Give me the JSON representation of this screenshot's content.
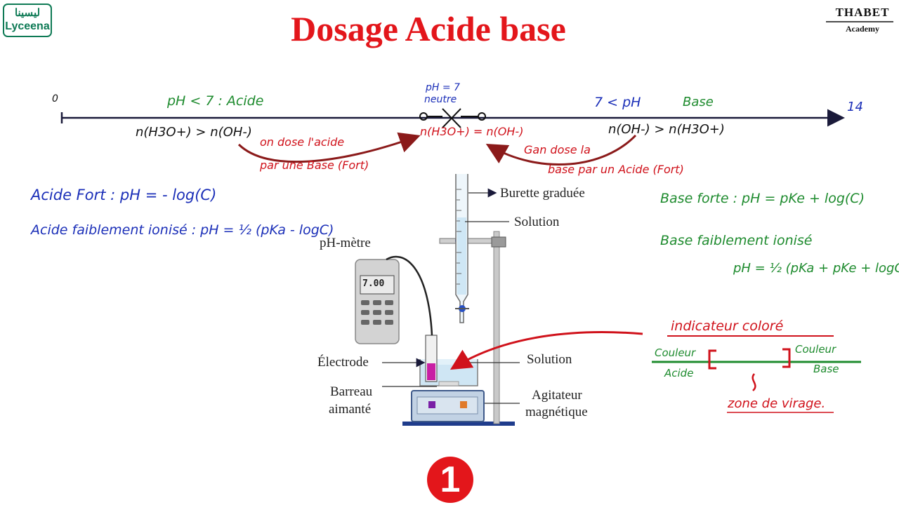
{
  "logo": {
    "arabic": "ليسينا",
    "latin": "Lyceena"
  },
  "title": "Dosage Acide base",
  "brand": {
    "name": "THABET",
    "sub": "Academy"
  },
  "scale": {
    "start": "0",
    "end": "14",
    "acid_cond": "pH < 7  : Acide",
    "neutral_cond": "pH = 7",
    "neutral_label": "neutre",
    "base_cond": "7 < pH",
    "base_label": "Base",
    "acid_relation": "n(H3O+) > n(OH-)",
    "neutral_relation": "n(H3O+) = n(OH-)",
    "base_relation": "n(OH-) > n(H3O+)",
    "arrow_left_text1": "on dose l'acide",
    "arrow_left_text2": "par une Base (Fort)",
    "arrow_right_text1": "Gan dose la",
    "arrow_right_text2": "base par un Acide (Fort)"
  },
  "formulas_left": {
    "strong_acid": "Acide Fort :  pH = - log(C)",
    "weak_acid": "Acide faiblement ionisé : pH = ½ (pKa - logC)"
  },
  "formulas_right": {
    "strong_base": "Base forte :  pH = pKe + log(C)",
    "weak_base": "Base faiblement ionisé",
    "weak_base_formula": "pH = ½ (pKa + pKe + logC)"
  },
  "apparatus": {
    "burette": "Burette graduée",
    "solution_top": "Solution",
    "ph_meter": "pH-mètre",
    "meter_reading": "7.00",
    "electrode": "Électrode",
    "solution_bottom": "Solution",
    "stir_bar1": "Barreau",
    "stir_bar2": "aimanté",
    "stirrer1": "Agitateur",
    "stirrer2": "magnétique"
  },
  "indicator": {
    "title": "indicateur coloré",
    "left_top": "Couleur",
    "left_bottom": "Acide",
    "right_top": "Couleur",
    "right_bottom": "Base",
    "zone": "zone de virage."
  },
  "page_number": "1",
  "colors": {
    "title_red": "#e3161b",
    "ink_blue": "#1b2fb8",
    "ink_green": "#1e8b2e",
    "ink_red": "#d0121b",
    "logo_green": "#0e7a55"
  }
}
